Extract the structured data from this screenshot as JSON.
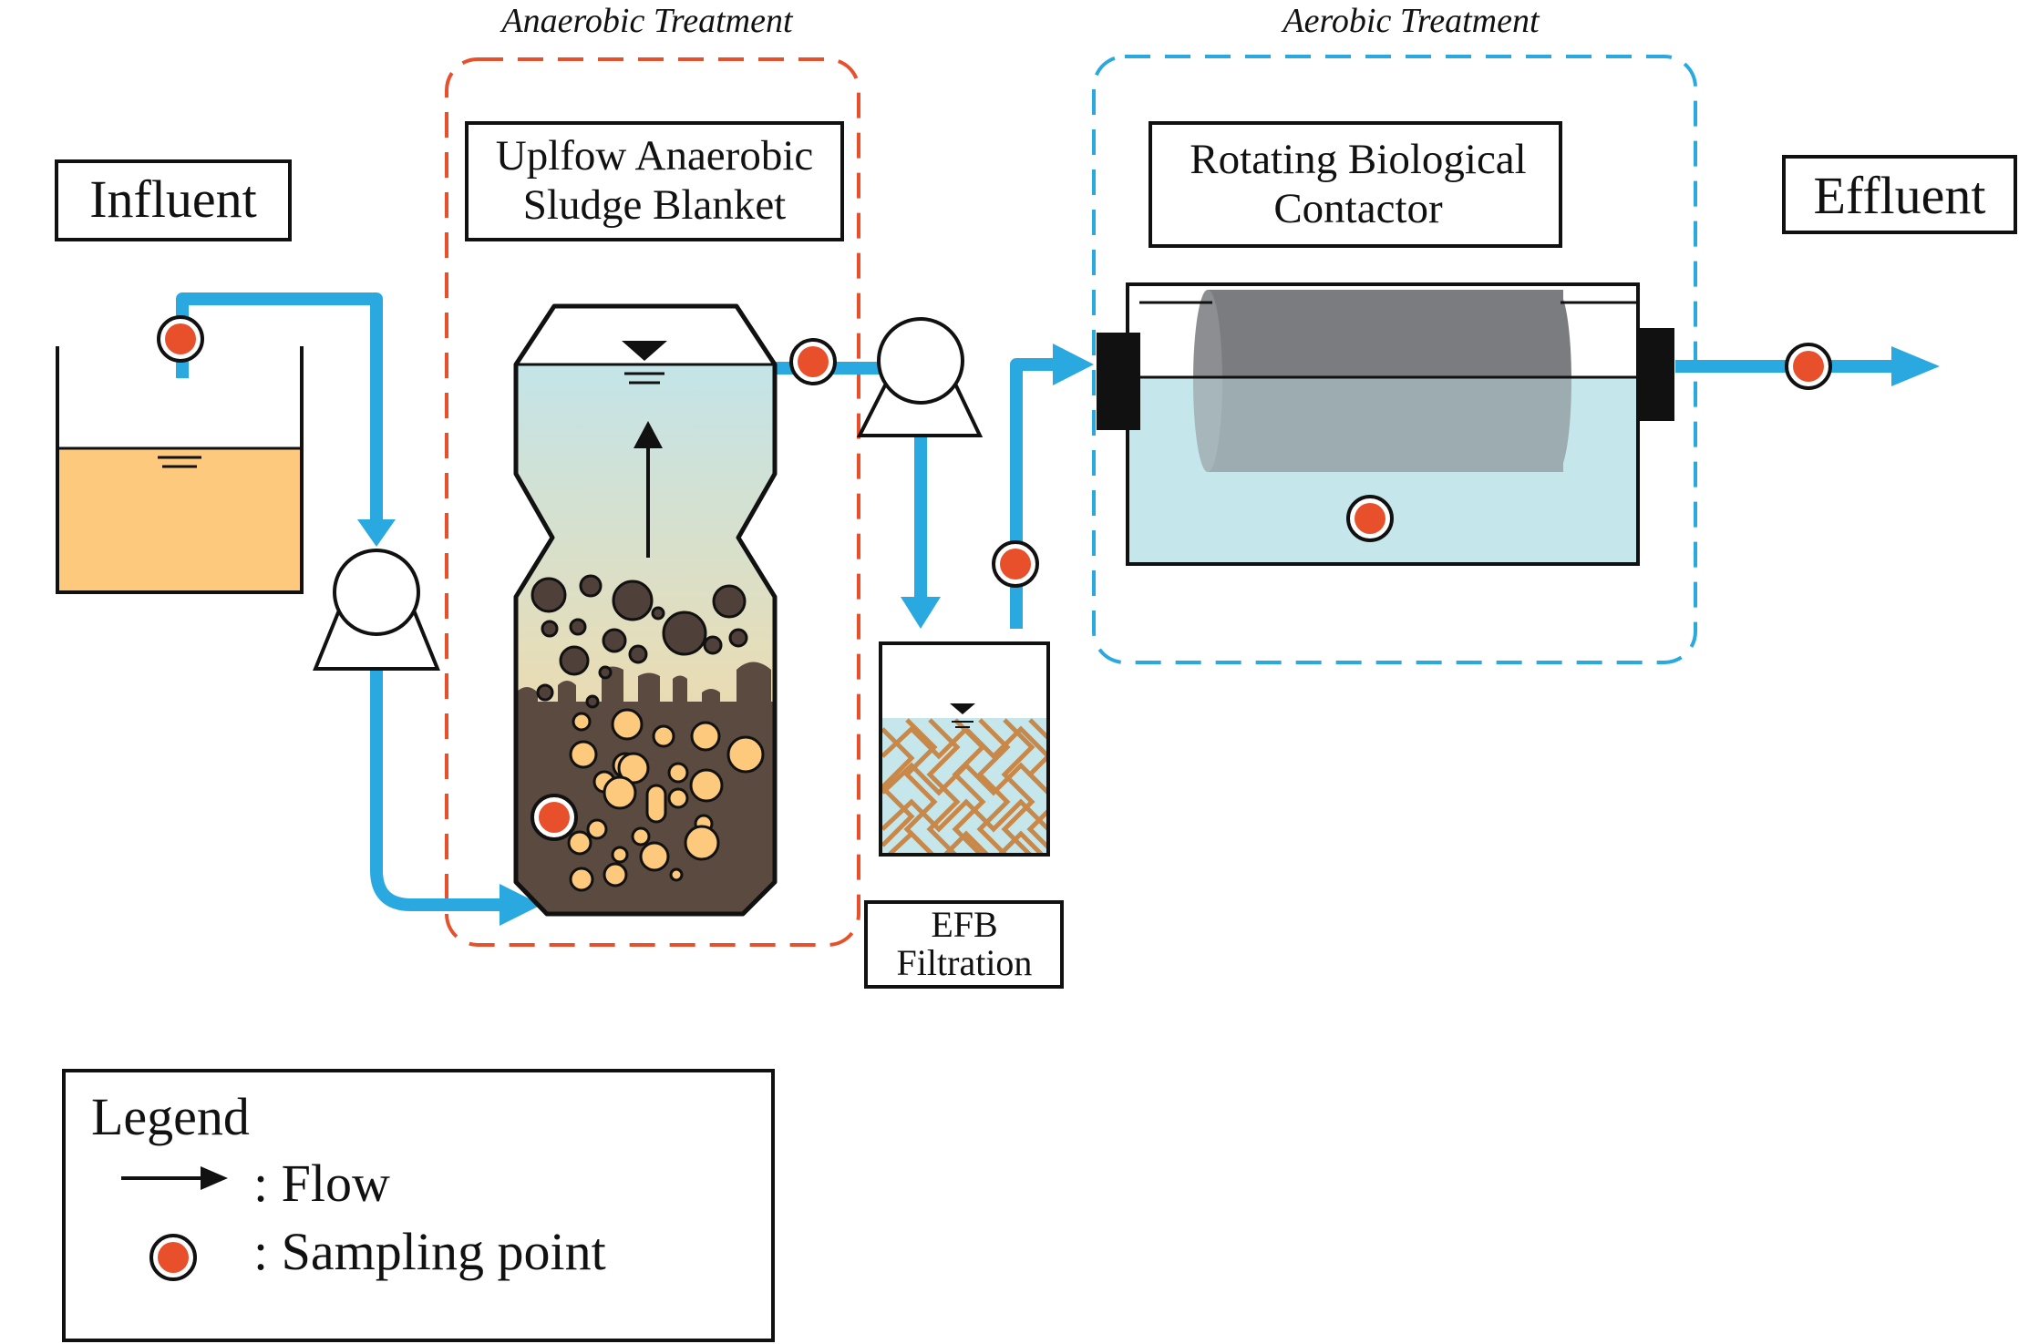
{
  "sections": {
    "anaerobic": "Anaerobic Treatment",
    "aerobic": "Aerobic Treatment"
  },
  "labels": {
    "influent": "Influent",
    "effluent": "Effluent",
    "uasb_line1": "Uplfow Anaerobic",
    "uasb_line2": "Sludge Blanket",
    "rbc_line1": "Rotating Biological",
    "rbc_line2": "Contactor",
    "efb_line1": "EFB",
    "efb_line2": "Filtration"
  },
  "legend": {
    "title": "Legend",
    "flow": ": Flow",
    "sampling": ": Sampling point"
  },
  "colors": {
    "pipe": "#2aa9e0",
    "anaerobic_border": "#e8502c",
    "aerobic_border": "#2aa9e0",
    "sampling_point": "#e8502c",
    "influent_liquid": "#fdc97d",
    "sludge": "#5a4a40",
    "water": "#c5e6ea"
  }
}
